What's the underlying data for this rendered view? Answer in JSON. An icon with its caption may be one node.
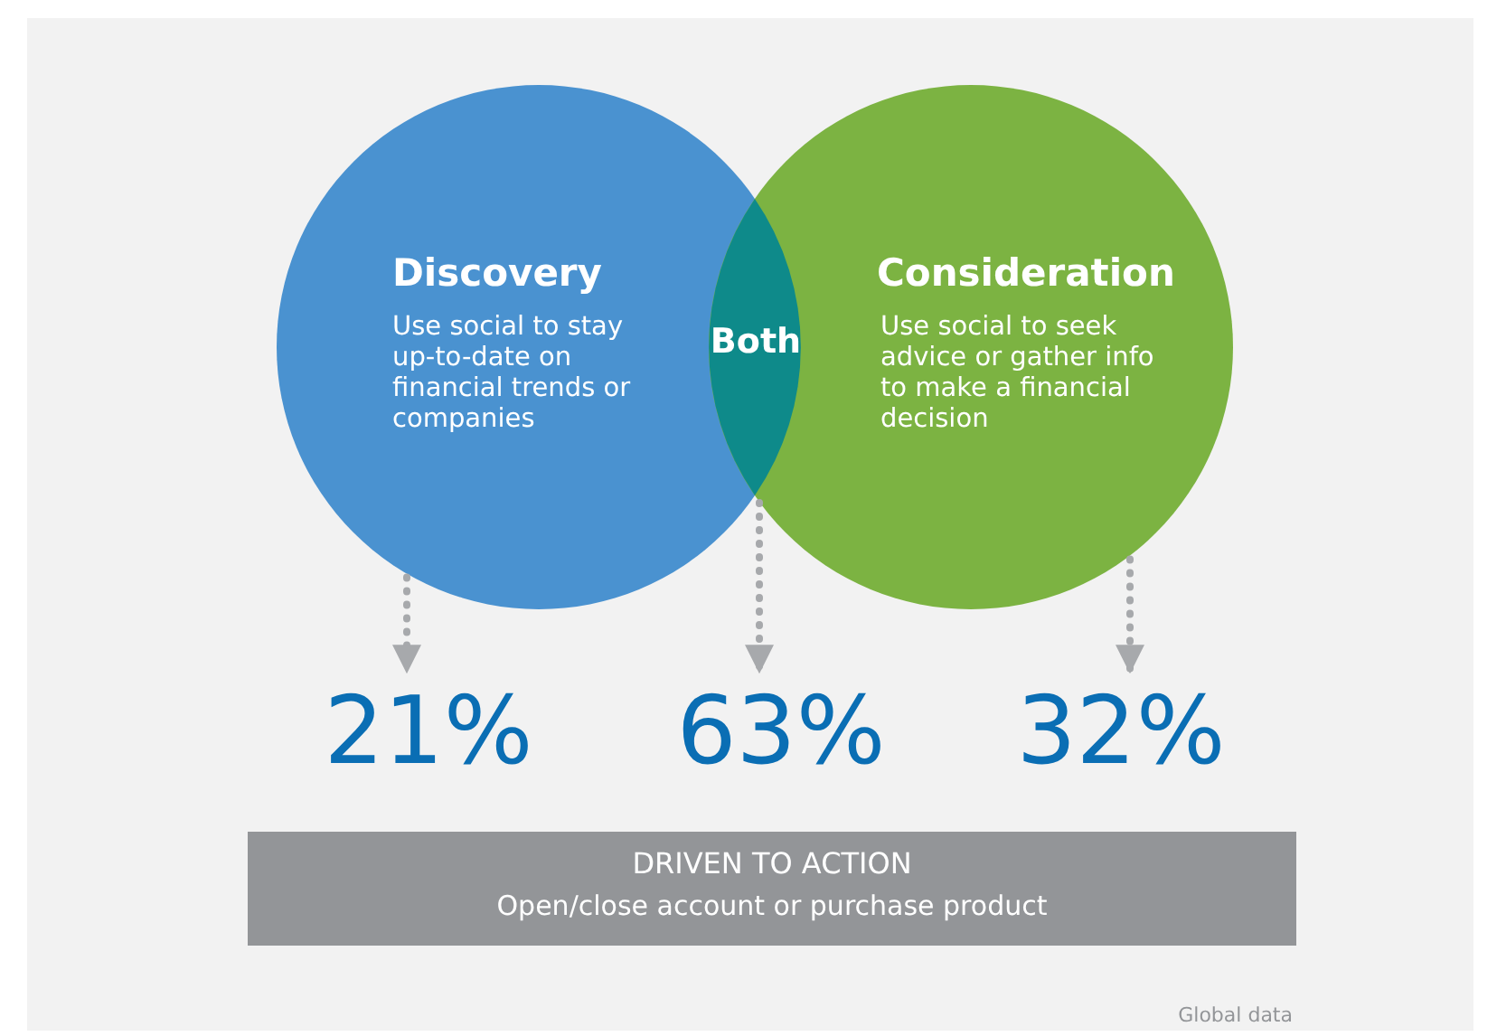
{
  "diagram": {
    "nodes": [
      {
        "text": [
          "Discovery",
          "Use social to stay up-to-date on financial trends or companies"
        ]
      },
      {
        "text": [
          "Consideration",
          "Use social to seek advice or gather info to make a financial decision"
        ]
      },
      {
        "text": [
          "Both"
        ]
      },
      {
        "text": [
          "21%"
        ]
      },
      {
        "text": [
          "63%"
        ]
      },
      {
        "text": [
          "32%"
        ]
      },
      {
        "text": [
          "DRIVEN TO ACTION",
          "Open/close account or purchase product"
        ]
      }
    ],
    "edges": [
      {
        "from": 0,
        "to": 3,
        "arrow": "to",
        "style": "dashed"
      },
      {
        "from": 2,
        "to": 4,
        "arrow": "to",
        "style": "dashed"
      },
      {
        "from": 1,
        "to": 5,
        "arrow": "to",
        "style": "dashed"
      }
    ],
    "labels": [
      "Global data"
    ]
  }
}
